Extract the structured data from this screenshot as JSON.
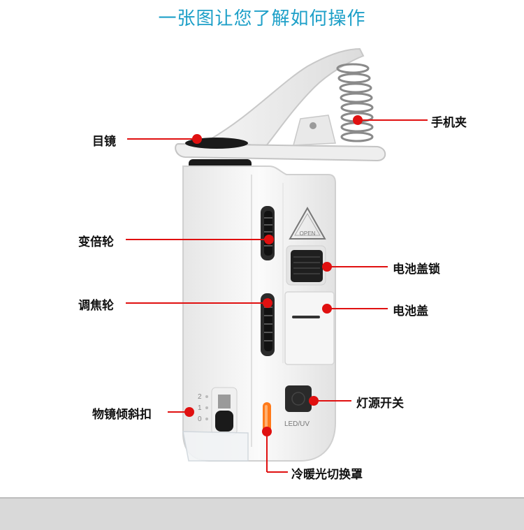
{
  "title": "一张图让您了解如何操作",
  "labels": {
    "eyepiece": "目镜",
    "phone_clip": "手机夹",
    "zoom_wheel": "变倍轮",
    "battery_lock": "电池盖锁",
    "focus_wheel": "调焦轮",
    "battery_cover": "电池盖",
    "light_switch": "灯源开关",
    "objective_tilt": "物镜倾斜扣",
    "filter_cover": "冷暖光切换罩"
  },
  "device": {
    "open_text": "OPEN",
    "led_text": "LED/UV",
    "tilt_marks": [
      "2",
      "1",
      "0"
    ]
  },
  "colors": {
    "accent": "#e01010",
    "title": "#1ea0c8"
  }
}
